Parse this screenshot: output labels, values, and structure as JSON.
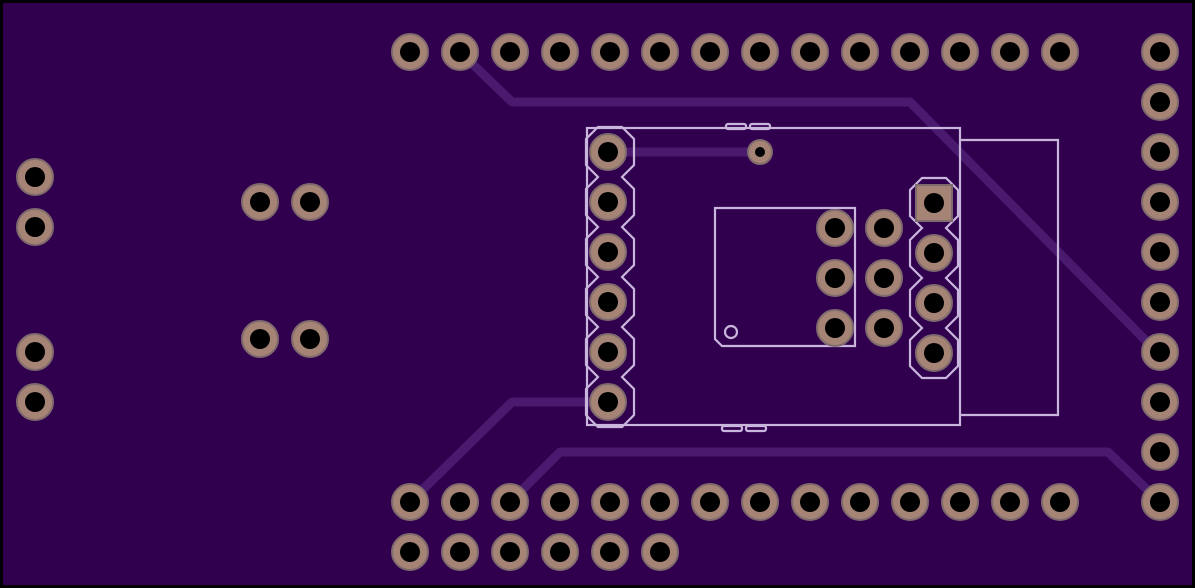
{
  "board": {
    "colors": {
      "outline": "#000000",
      "substrate": "#30004e",
      "trace": "#4a1a6e",
      "silkscreen": "#c9b6dd",
      "pad_copper": "#a58476",
      "pad_outline": "#7f6a6d",
      "drill": "#000000"
    },
    "headers": [
      {
        "name": "top-header",
        "pins": 14
      },
      {
        "name": "right-header",
        "pins": 10
      },
      {
        "name": "bottom-header",
        "pins": 14
      },
      {
        "name": "bottom-row-2",
        "pins": 6
      },
      {
        "name": "left-edge-pads",
        "pins": 4
      },
      {
        "name": "mid-left-pads",
        "pins": 4
      },
      {
        "name": "module-left-header",
        "pins": 6
      },
      {
        "name": "module-right-header",
        "pins": 4
      },
      {
        "name": "module-center-pads",
        "pins": 6
      }
    ]
  }
}
